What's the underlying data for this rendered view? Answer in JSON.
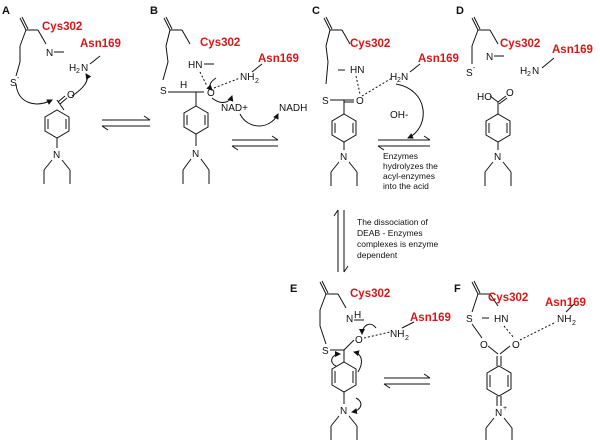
{
  "panels": {
    "a": "A",
    "b": "B",
    "c": "C",
    "d": "D",
    "e": "E",
    "f": "F"
  },
  "residues": {
    "cys": "Cys302",
    "asn": "Asn169"
  },
  "atoms": {
    "S": "S",
    "Sminus": "S",
    "minus": "-",
    "N": "N",
    "H": "H",
    "HN": "HN",
    "NH": "NH",
    "H2N": "H2N",
    "H2N_H": "H",
    "H2N_2": "2",
    "H2N_N": "N",
    "NH2_NH": "NH",
    "NH2_2": "2",
    "O": "O",
    "OH": "OH",
    "HO": "HO",
    "plus": "+"
  },
  "reagents": {
    "nad_plus": "NAD+",
    "nadh": "NADH",
    "oh_minus": "OH-"
  },
  "notes": {
    "hydrolysis": [
      "Enzymes",
      "hydrolyzes the",
      "acyl-enzymes",
      "into the acid"
    ],
    "dissociation": [
      "The dissociation of",
      "DEAB - Enzymes",
      "complexes is enzyme",
      "dependent"
    ]
  }
}
